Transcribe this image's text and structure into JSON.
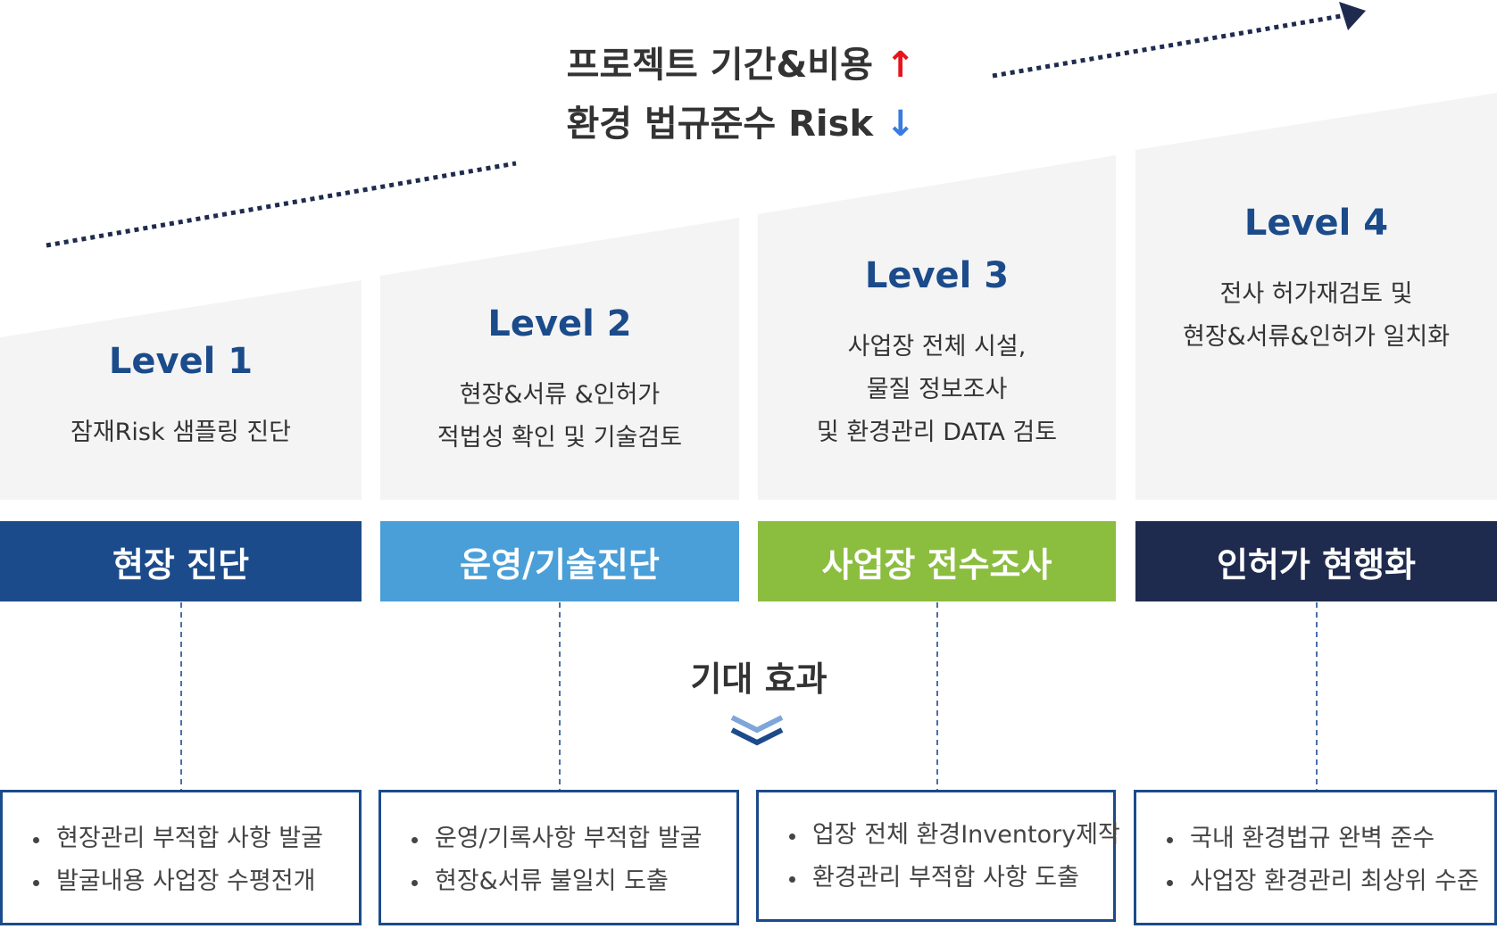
{
  "header": {
    "line1": "프로젝트 기간&비용",
    "line1_arrow": "↑",
    "line2": "환경 법규준수 Risk",
    "line2_arrow": "↓"
  },
  "levels": [
    {
      "title": "Level 1",
      "desc": [
        "잠재Risk 샘플링 진단"
      ]
    },
    {
      "title": "Level 2",
      "desc": [
        "현장&서류 &인허가",
        "적법성 확인 및 기술검토"
      ]
    },
    {
      "title": "Level 3",
      "desc": [
        "사업장 전체 시설,",
        "물질 정보조사",
        "및 환경관리 DATA 검토"
      ]
    },
    {
      "title": "Level 4",
      "desc": [
        "전사 허가재검토 및",
        "현장&서류&인허가 일치화"
      ]
    }
  ],
  "banners": [
    {
      "label": "현장 진단",
      "color": "#1b4b8a"
    },
    {
      "label": "운영/기술진단",
      "color": "#4a9fd8"
    },
    {
      "label": "사업장 전수조사",
      "color": "#8bbd3f"
    },
    {
      "label": "인허가 현행화",
      "color": "#1f2b4e"
    }
  ],
  "effect_title": "기대 효과",
  "effects": [
    [
      "현장관리 부적합 사항 발굴",
      "발굴내용 사업장 수평전개"
    ],
    [
      "운영/기록사항 부적합 발굴",
      "현장&서류 불일치 도출"
    ],
    [
      "업장 전체 환경Inventory제작",
      "환경관리 부적합 사항 도출"
    ],
    [
      "국내 환경법규 완벽 준수",
      "사업장 환경관리 최상위 수준"
    ]
  ],
  "colors": {
    "level_title": "#1b4b8a",
    "panel_bg": "#f4f4f4",
    "dotted_line": "#1f2b4e",
    "box_border": "#1b4b8a",
    "connector": "#4a6fa8",
    "chevron_dark": "#1b4b8a",
    "chevron_light": "#7ea6d8"
  }
}
